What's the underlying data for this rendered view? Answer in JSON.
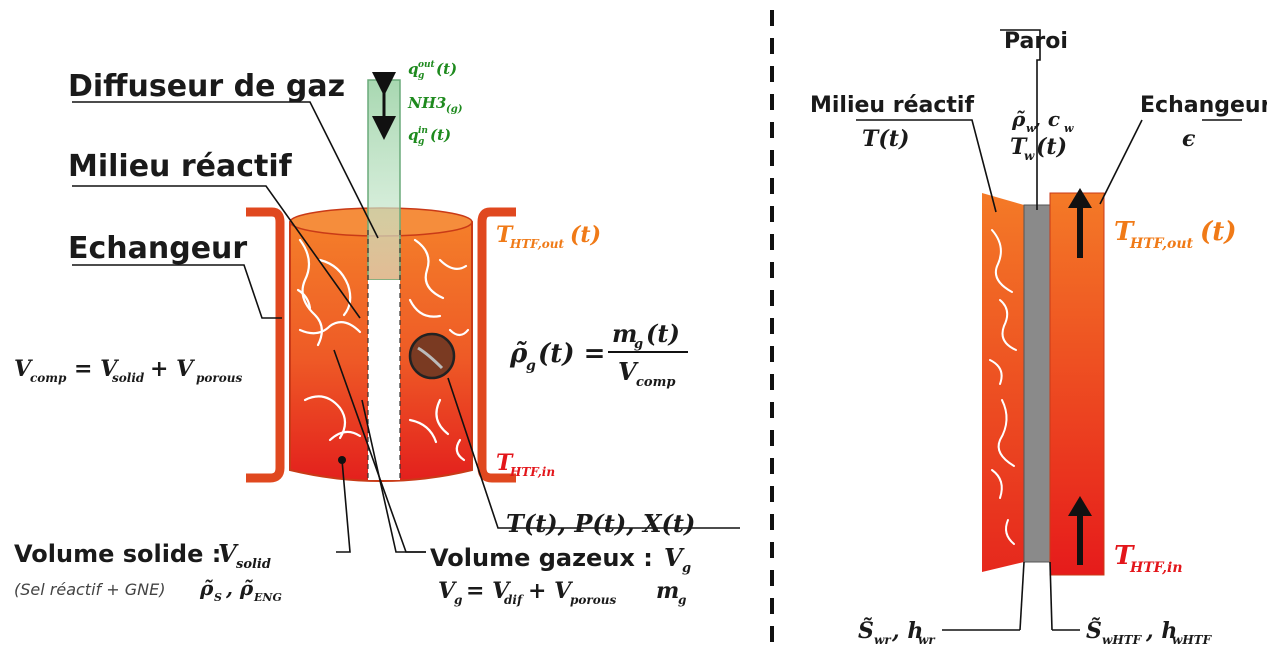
{
  "left": {
    "labels": {
      "diffuser": "Diffuseur de gaz",
      "reactive": "Milieu réactif",
      "exchanger": "Echangeur",
      "solid_volume": "Volume solide :",
      "solid_volume_sym": "V",
      "solid_volume_sub": "solid",
      "solid_detail": "(Sel réactif + GNE)",
      "solid_detail_sym": "ρ̃",
      "solid_detail_s": "S",
      "solid_detail_eng": "ENG",
      "gas_volume": "Volume gazeux :",
      "gas_volume_sym": "V",
      "gas_volume_sub": "g"
    },
    "equations": {
      "vcomp": "V",
      "vcomp_sub": "comp",
      "vcomp_rhs": "= V",
      "vcomp_rhs_sub1": "solid",
      "vcomp_plus": "+ V",
      "vcomp_rhs_sub2": "porous",
      "rho_lhs": "ρ̃",
      "rho_lhs_sub": "g",
      "rho_lhs_t": "(t) =",
      "rho_num": "m",
      "rho_num_sub": "g",
      "rho_num_t": "(t)",
      "rho_den": "V",
      "rho_den_sub": "comp",
      "state": "T(t), P(t), X(t)",
      "vg_eq": "V",
      "vg_eq_sub": "g",
      "vg_eq_mid": "= V",
      "vg_eq_sub2": "dif",
      "vg_eq_plus": "+ V",
      "vg_eq_sub3": "porous",
      "mg": "m",
      "mg_sub": "g"
    },
    "gas": {
      "q_out": "q",
      "q_out_sub": "g",
      "q_out_sup": "out",
      "q_out_t": "(t)",
      "nh3": "NH3",
      "nh3_sub": "(g)",
      "q_in": "q",
      "q_in_sub": "g",
      "q_in_sup": "in",
      "q_in_t": "(t)"
    },
    "htf": {
      "out": "T",
      "out_sub": "HTF,out",
      "out_t": "(t)",
      "in": "T",
      "in_sub": "HTF,in"
    }
  },
  "right": {
    "labels": {
      "wall": "Paroi",
      "reactive": "Milieu réactif",
      "reactive_sym": "T(t)",
      "wall_props": "ρ̃",
      "wall_props_sub": "w",
      "wall_props_c": ", c",
      "wall_props_c_sub": "w",
      "wall_temp": "T",
      "wall_temp_sub": "w",
      "wall_temp_t": "(t)",
      "exchanger": "Echangeur",
      "exchanger_sym": "ϵ"
    },
    "htf": {
      "out": "T",
      "out_sub": "HTF,out",
      "out_t": "(t)",
      "in": "T",
      "in_sub": "HTF,in"
    },
    "exchange": {
      "swr": "S̃",
      "swr_sub": "wr",
      "hwr": ", h",
      "hwr_sub": "wr",
      "swhtf": "S̃",
      "swhtf_sub": "wHTF",
      "hwhtf": ", h",
      "hwhtf_sub": "wHTF"
    }
  },
  "colors": {
    "orange": "#f07a17",
    "red": "#e3161b",
    "green": "#1e8a1e",
    "wall_gray": "#8a8a8a"
  }
}
